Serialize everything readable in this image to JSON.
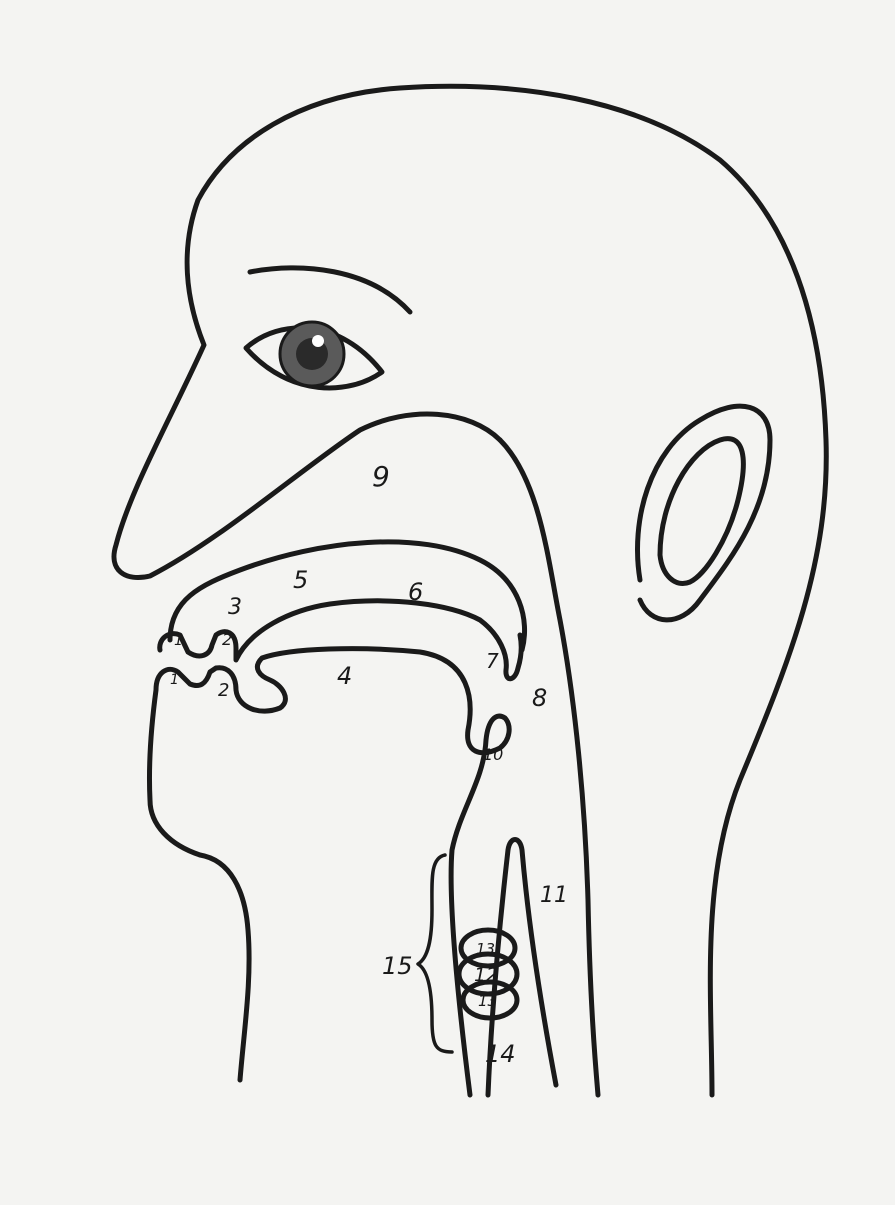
{
  "diagram": {
    "labels": {
      "n1_upper": "1",
      "n1_lower": "1",
      "n2_upper": "2",
      "n2_lower": "2",
      "n3": "3",
      "n4": "4",
      "n5": "5",
      "n6": "6",
      "n7": "7",
      "n8": "8",
      "n9": "9",
      "n10": "10",
      "n11": "11",
      "n12": "12",
      "n13_upper": "13",
      "n13_lower": "13",
      "n14": "14",
      "n15": "15"
    },
    "colors": {
      "paper": "#f4f4f2",
      "ink": "#1a1a1a",
      "iris": "#555555"
    }
  }
}
